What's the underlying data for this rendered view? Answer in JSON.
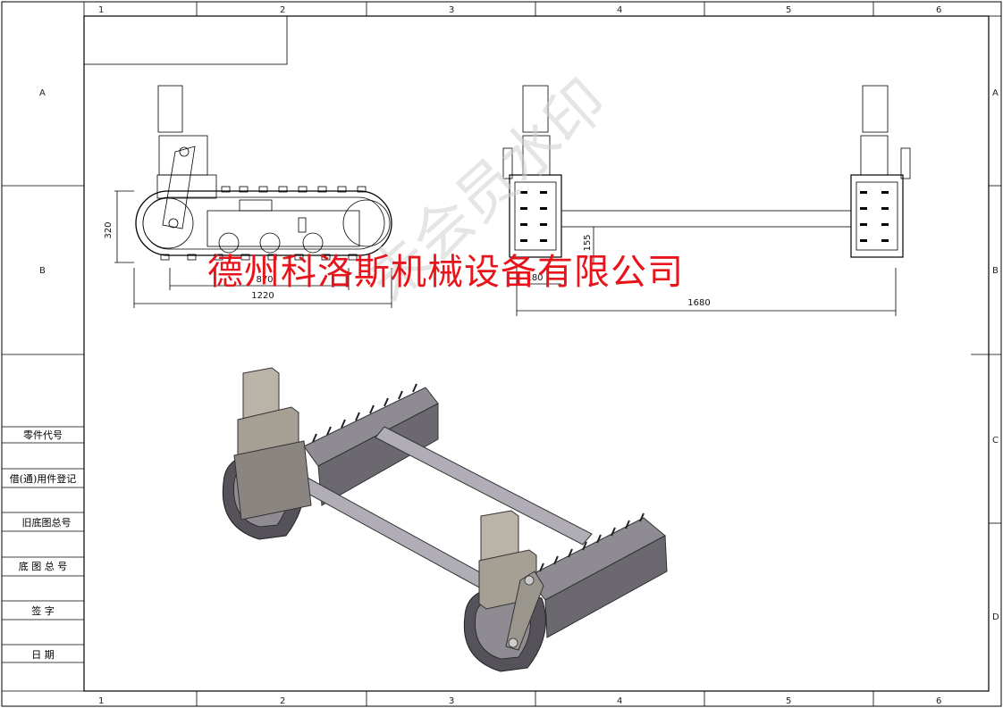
{
  "frame": {
    "col_labels": [
      "1",
      "2",
      "3",
      "4",
      "5",
      "6"
    ],
    "row_labels_left": [
      "A",
      "B"
    ],
    "row_labels_right": [
      "A",
      "B",
      "C",
      "D"
    ]
  },
  "side_table": {
    "rows": [
      "零件代号",
      "借(通)用件登记",
      "旧底图总号",
      "底 图 总 号",
      "签 字",
      "日 期"
    ]
  },
  "dimensions": {
    "height": "320",
    "wheelbase": "870",
    "length": "1220",
    "track_width": "1680",
    "clearance": "155",
    "track_w": "180"
  },
  "company_name": "德州科洛斯机械设备有限公司",
  "watermark": "未会员水印",
  "colors": {
    "red_text": "#e8141b",
    "steel": "#8e8b93",
    "steel_dark": "#55525a",
    "housing": "#b9b3a8"
  }
}
